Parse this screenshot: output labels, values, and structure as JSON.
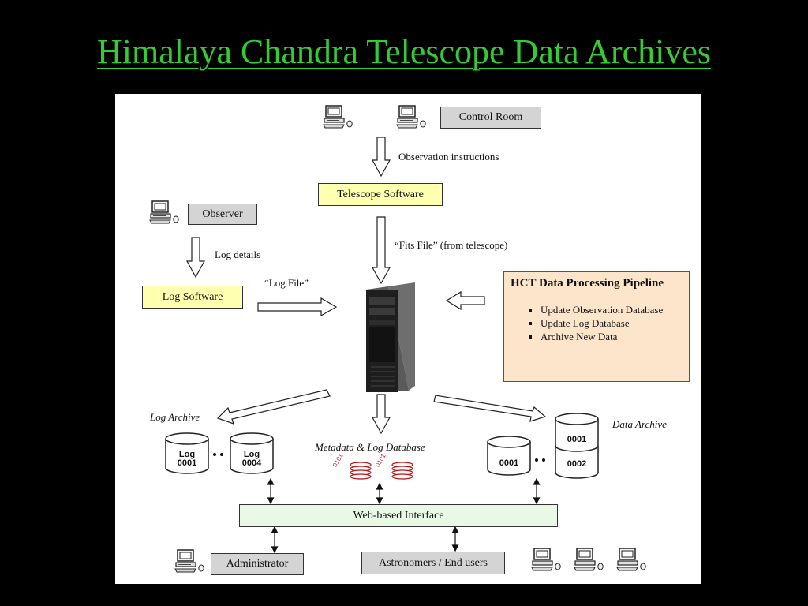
{
  "slide": {
    "title": "Himalaya Chandra Telescope Data Archives"
  },
  "diagram": {
    "control_room": "Control Room",
    "observation_instructions": "Observation instructions",
    "telescope_software": "Telescope Software",
    "observer": "Observer",
    "log_details": "Log details",
    "fits_file": "“Fits File” (from telescope)",
    "log_file": "“Log File”",
    "log_software": "Log Software",
    "pipeline": {
      "title": "HCT Data Processing Pipeline",
      "items": [
        "Update Observation Database",
        "Update Log Database",
        "Archive New Data"
      ]
    },
    "log_archive": "Log Archive",
    "data_archive": "Data Archive",
    "metadata_db": "Metadata & Log Database",
    "log_disk_1": "Log 0001",
    "log_disk_2": "Log 0004",
    "data_disk_1": "0001",
    "data_disk_2": "0001",
    "data_disk_3": "0002",
    "binary_text": "0101",
    "web_interface": "Web-based Interface",
    "administrator": "Administrator",
    "astronomers": "Astronomers / End users"
  },
  "colors": {
    "title": "#33cc33",
    "gray_box": "#d4d4d4",
    "yellow_box": "#ffffb0",
    "pipeline_box": "#fde5cc",
    "web_box": "#e9f9e6",
    "database_red": "#cc2222"
  }
}
